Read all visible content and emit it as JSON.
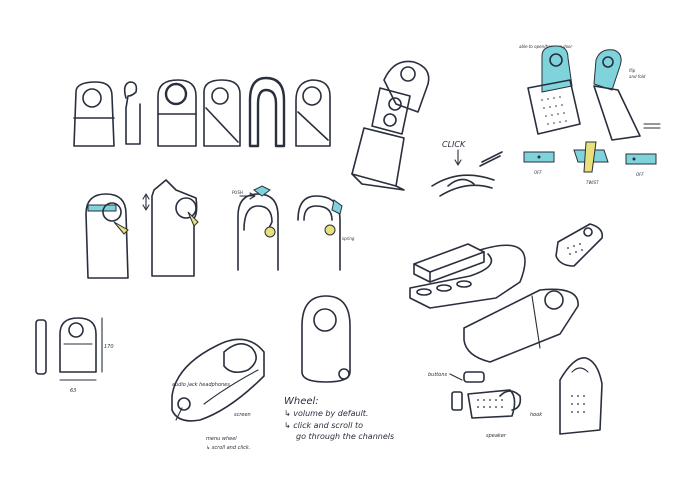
{
  "colors": {
    "ink": "#2a2f3d",
    "accent_cyan": "#7fd3db",
    "accent_yellow": "#e8e07a",
    "paper": "#ffffff"
  },
  "annotations": {
    "click": "CLICK",
    "push": "PUSH",
    "spring": "spring",
    "dimension_height": "170",
    "dimension_width": "63",
    "audio_jack": "audio jack headphones",
    "screen": "screen",
    "menu_wheel": "menu wheel",
    "menu_wheel_sub": "↳ scroll and click.",
    "wheel_title": "Wheel:",
    "wheel_line1": "↳ volume by default.",
    "wheel_line2": "↳ click and scroll to",
    "wheel_line3": "go through the channels",
    "buttons": "buttons",
    "speaker": "speaker",
    "hook": "hook",
    "top_right_note1": "able to open/hang on door",
    "top_right_note2": "flip",
    "top_right_note3": "and fold",
    "off_left": "OFF",
    "off_right": "OFF",
    "on_mid": "TWIST"
  }
}
